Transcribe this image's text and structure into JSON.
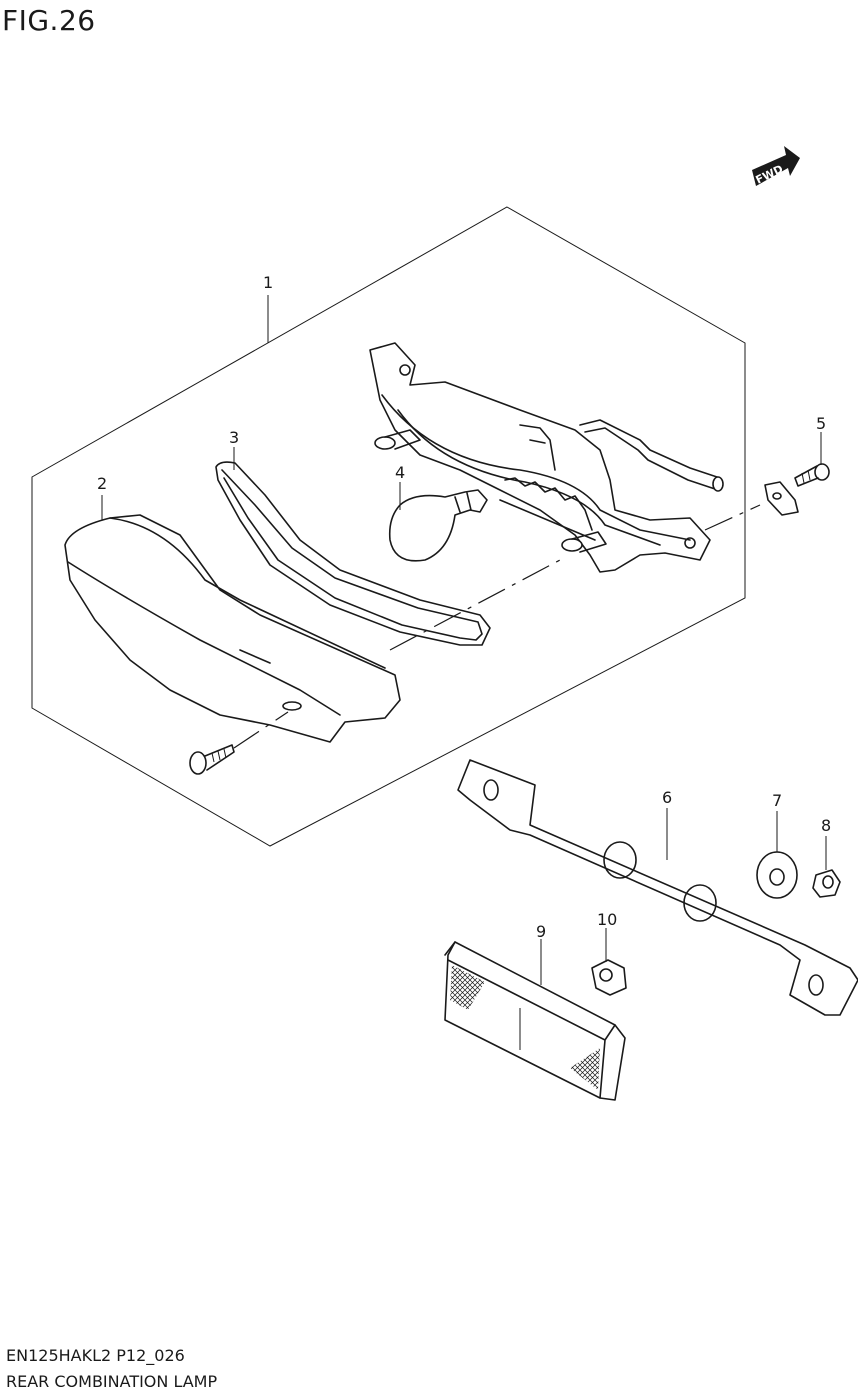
{
  "header": {
    "figure": "FIG.26"
  },
  "footer": {
    "model_code": "EN125HAKL2 P12_026",
    "section_name": "REAR COMBINATION LAMP"
  },
  "fwd_badge": {
    "label": "FWD"
  },
  "callouts": [
    {
      "number": "1"
    },
    {
      "number": "2"
    },
    {
      "number": "3"
    },
    {
      "number": "4"
    },
    {
      "number": "5"
    },
    {
      "number": "6"
    },
    {
      "number": "7"
    },
    {
      "number": "8"
    },
    {
      "number": "9"
    },
    {
      "number": "10"
    }
  ]
}
